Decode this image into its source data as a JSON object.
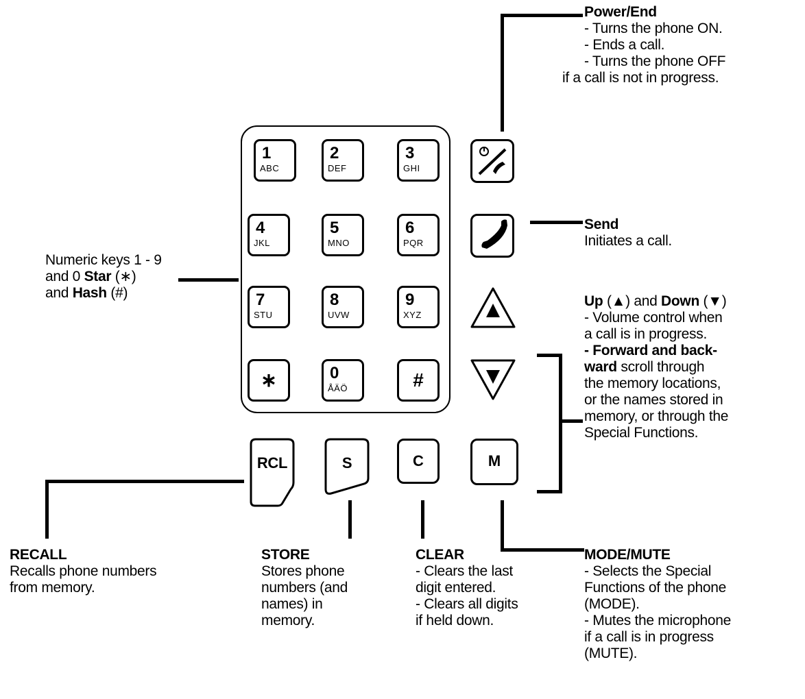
{
  "keypad": {
    "keys": [
      {
        "num": "1",
        "sub": "ABC"
      },
      {
        "num": "2",
        "sub": "DEF"
      },
      {
        "num": "3",
        "sub": "GHI"
      },
      {
        "num": "4",
        "sub": "JKL"
      },
      {
        "num": "5",
        "sub": "MNO"
      },
      {
        "num": "6",
        "sub": "PQR"
      },
      {
        "num": "7",
        "sub": "STU"
      },
      {
        "num": "8",
        "sub": "UVW"
      },
      {
        "num": "9",
        "sub": "XYZ"
      },
      {
        "num": "∗",
        "sub": ""
      },
      {
        "num": "0",
        "sub": "ÅÄÖ"
      },
      {
        "num": "#",
        "sub": ""
      }
    ]
  },
  "function_keys": {
    "recall": "RCL",
    "store": "S",
    "clear": "C",
    "mode": "M"
  },
  "icons": {
    "power_end": "power-end-icon",
    "send": "handset-icon",
    "up": "triangle-up-icon",
    "down": "triangle-down-icon"
  },
  "labels": {
    "power_end": {
      "title": "Power/End",
      "lines": [
        "- Turns the phone ON.",
        "- Ends a call.",
        "- Turns the phone OFF",
        "if a call is not in progress."
      ]
    },
    "send": {
      "title": "Send",
      "lines": [
        "Initiates a call."
      ]
    },
    "numeric": {
      "line1": "Numeric keys 1 - 9",
      "line2_pre": "and 0 ",
      "star_word": "Star",
      "star_sym": " (∗)",
      "line3_pre": "and ",
      "hash_word": "Hash",
      "hash_sym": " (#)"
    },
    "updown": {
      "up_word": "Up",
      "up_sym": " (▲) and ",
      "down_word": "Down",
      "down_sym": " (▼)",
      "vol1": "- Volume control when",
      "vol2": "a call is in progress.",
      "fwd_bold1": "- Forward and back-",
      "fwd_bold2": "ward",
      "fwd_rest": " scroll through",
      "lines": [
        "the memory locations,",
        "or the names stored in",
        "memory, or through the",
        "Special Functions."
      ]
    },
    "recall": {
      "title": "RECALL",
      "lines": [
        "Recalls phone numbers",
        "from memory."
      ]
    },
    "store": {
      "title": "STORE",
      "lines": [
        "Stores phone",
        "numbers (and",
        "names) in",
        "memory."
      ]
    },
    "clear": {
      "title": "CLEAR",
      "lines": [
        "- Clears the last",
        "digit entered.",
        "- Clears all digits",
        "if held down."
      ]
    },
    "mode_mute": {
      "title": "MODE/MUTE",
      "lines": [
        "- Selects the Special",
        "Functions of the phone",
        "(MODE).",
        "- Mutes the microphone",
        "if a call is in progress",
        "(MUTE)."
      ]
    }
  }
}
